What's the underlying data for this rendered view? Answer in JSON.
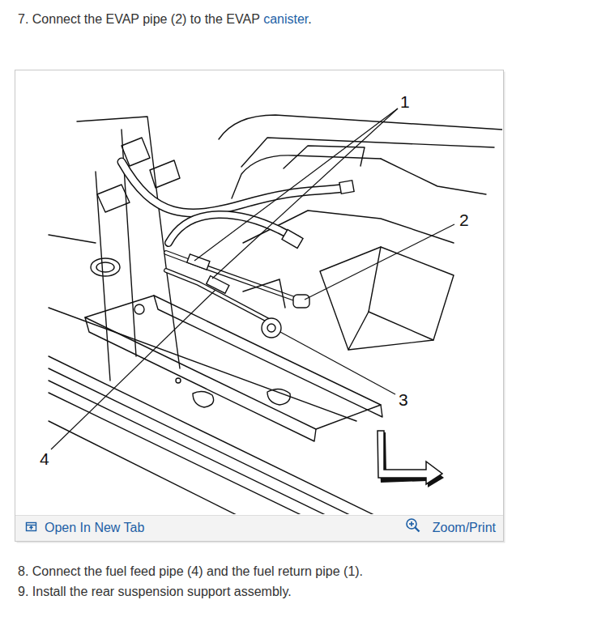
{
  "diagram": {
    "labels": [
      "7. Connect the EVAP pipe (2) to the EVAP",
      "canister",
      ".",
      "1",
      "2",
      "3",
      "4",
      "Open In New Tab",
      "Zoom/Print",
      "8. Connect the fuel feed pipe (4) and the fuel return pipe (1).",
      "9. Install the rear suspension support assembly."
    ]
  }
}
